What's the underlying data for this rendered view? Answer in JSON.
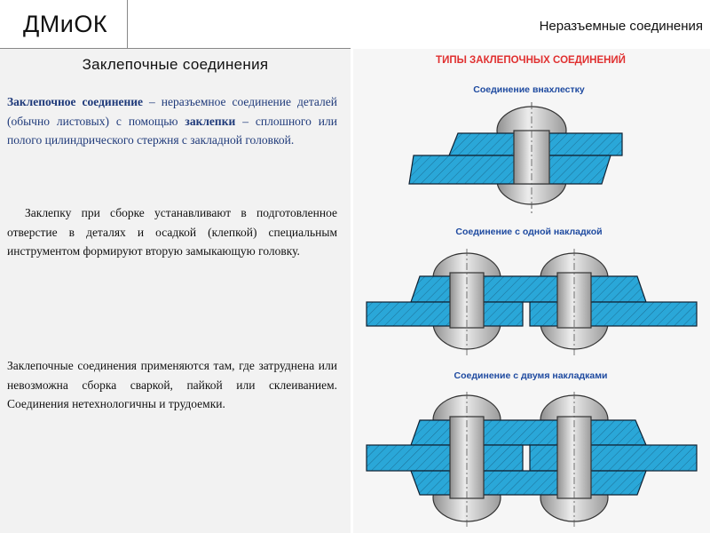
{
  "header": {
    "logo": "ДМиОК",
    "topic": "Неразъемные соединения"
  },
  "panel": {
    "title": "Заклепочные соединения",
    "p1": {
      "term": "Заклепочное соединение",
      "text1": " – неразъемное соединение деталей (обычно листовых) с помощью ",
      "term2": "заклепки",
      "text2": " – сплошного или полого цилиндрического стержня с закладной головкой."
    },
    "p2": "Заклепку при сборке устанавливают в подготовленное отверстие в деталях и осадкой (клепкой) специальным инструментом формируют вторую замыкающую головку.",
    "p3": "Заклепочные соединения применяются там, где затруднена или невозможна сборка сваркой, пайкой или склеиванием. Соединения нетехнологичны и трудоемки."
  },
  "figure": {
    "title": "ТИПЫ ЗАКЛЕПОЧНЫХ СОЕДИНЕНИЙ",
    "lap": "Соединение внахлестку",
    "single": "Соединение с одной накладкой",
    "double": "Соединение с двумя накладками"
  },
  "colors": {
    "plate": "#2aa7d8",
    "rivet": "#c8c8c8",
    "title": "#e03030",
    "subtitle": "#1e4aa0",
    "panel_bg": "#f2f2f2"
  }
}
